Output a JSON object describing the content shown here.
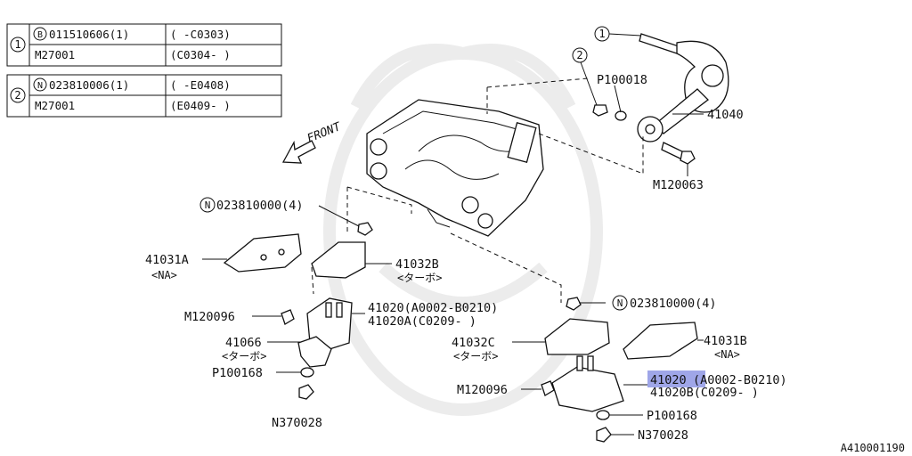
{
  "legend_table": {
    "rows": [
      {
        "marker": "1",
        "sub": "B",
        "part": "011510606(1)",
        "range1": "(    -C0303)",
        "alt_part": "M27001",
        "range2": "(C0304-    )"
      },
      {
        "marker": "2",
        "sub": "N",
        "part": "023810006(1)",
        "range1": "(    -E0408)",
        "alt_part": "M27001",
        "range2": "(E0409-    )"
      }
    ]
  },
  "front_label": "FRONT",
  "labels": {
    "m1_marker": "1",
    "m2_marker": "2",
    "p100018": "P100018",
    "p41040": "41040",
    "m120063": "M120063",
    "n_top_left_marker": "N",
    "n_top_left": "023810000(4)",
    "p41031a": "41031A",
    "p41031a_sub": "<NA>",
    "p41032b": "41032B",
    "p41032b_sub": "<ターボ>",
    "p41020_left_1": "41020(A0002-B0210)",
    "p41020_left_2": "41020A(C0209-      )",
    "m120096_left": "M120096",
    "p41066": "41066",
    "p41066_sub": "<ターボ>",
    "p100168_left": "P100168",
    "n370028_left": "N370028",
    "n_right_marker": "N",
    "n_right": "023810000(4)",
    "p41032c": "41032C",
    "p41032c_sub": "<ターボ>",
    "p41031b": "41031B",
    "p41031b_sub": "<NA>",
    "m120096_right": "M120096",
    "p41020_right_1": "41020",
    "p41020_right_1b": "(A0002-B0210)",
    "p41020_right_2": "41020B(C0209-      )",
    "p100168_right": "P100168",
    "n370028_right": "N370028",
    "diagram_id": "A410001190"
  },
  "colors": {
    "highlight": "#9fa6e8",
    "line": "#111111"
  }
}
